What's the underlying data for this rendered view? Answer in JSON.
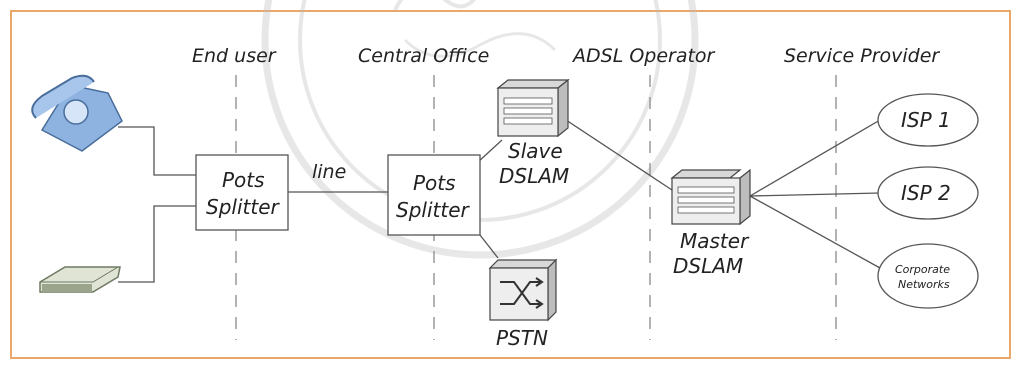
{
  "segments": {
    "end_user": "End user",
    "central_office": "Central Office",
    "adsl_operator": "ADSL Operator",
    "service_provider": "Service Provider"
  },
  "nodes": {
    "pots_splitter_user": [
      "Pots",
      "Splitter"
    ],
    "pots_splitter_co": [
      "Pots",
      "Splitter"
    ],
    "slave_dslam": [
      "Slave",
      "DSLAM"
    ],
    "master_dslam": [
      "Master",
      "DSLAM"
    ],
    "pstn": "PSTN",
    "isp1": "ISP 1",
    "isp2": "ISP 2",
    "corporate": [
      "Corporate",
      "Networks"
    ]
  },
  "links": {
    "line_label": "line"
  },
  "colors": {
    "frame_border": "#e9a86a",
    "line": "#555555",
    "watermark": "#bdbdbd"
  },
  "icons": [
    "telephone-icon",
    "modem-icon",
    "dslam-icon",
    "pstn-switch-icon"
  ]
}
